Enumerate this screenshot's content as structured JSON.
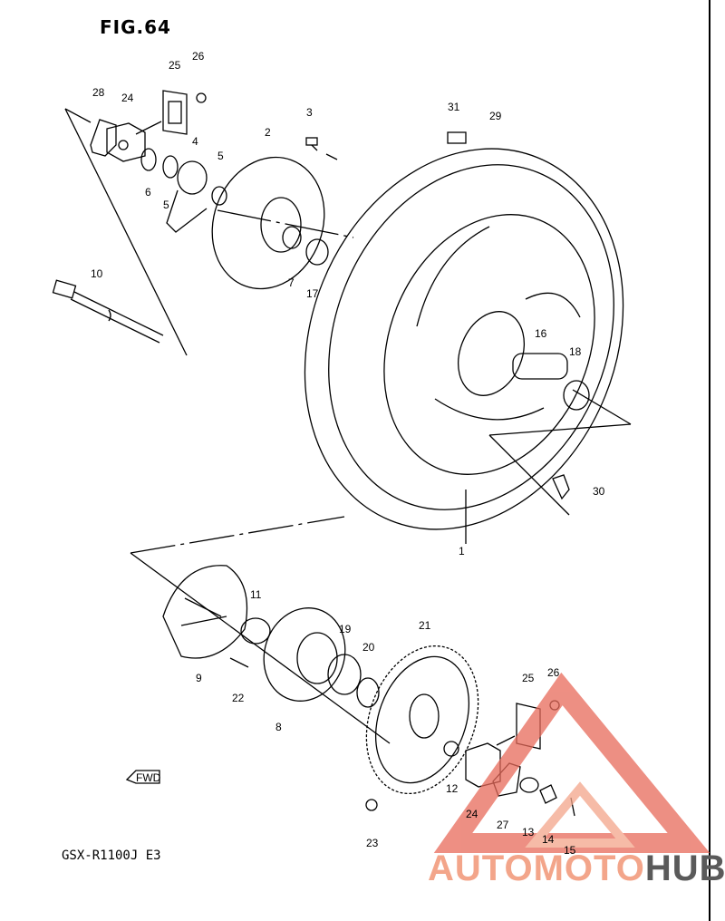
{
  "figure": {
    "title": "FIG.64",
    "model": "GSX-R1100J  E3",
    "fwd_label": "FWD"
  },
  "watermark": {
    "part1": "AUTOMOTO",
    "part2": "HUB",
    "accent": "#f0a080",
    "dark": "#5a5a5a"
  },
  "callouts": [
    "1",
    "2",
    "3",
    "4",
    "5",
    "5",
    "6",
    "7",
    "8",
    "9",
    "10",
    "11",
    "12",
    "13",
    "14",
    "15",
    "16",
    "17",
    "18",
    "19",
    "20",
    "21",
    "22",
    "23",
    "24",
    "24",
    "25",
    "25",
    "26",
    "26",
    "27",
    "28",
    "29",
    "30",
    "31"
  ]
}
